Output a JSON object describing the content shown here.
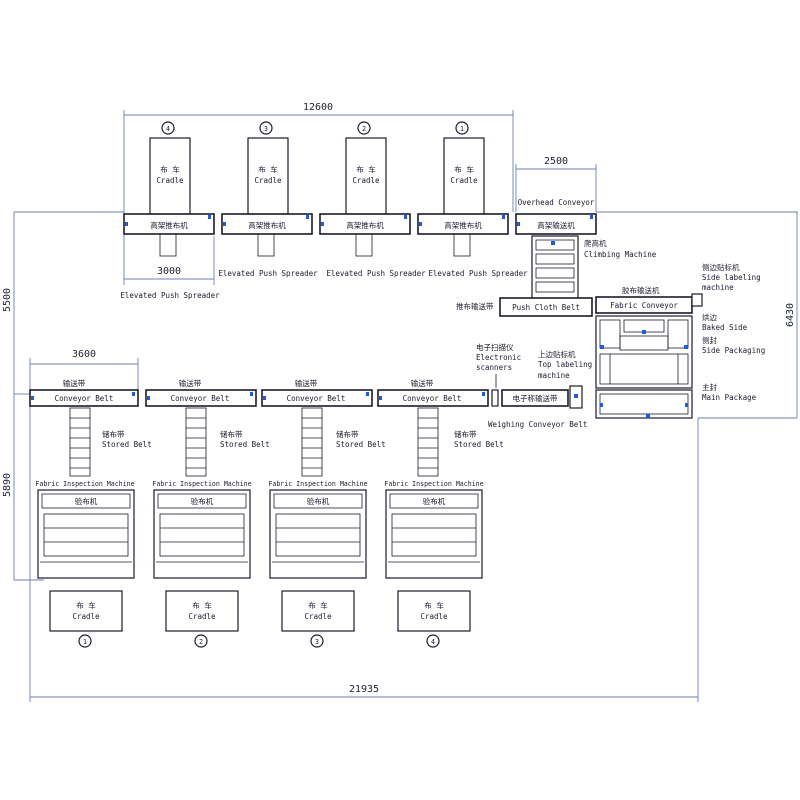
{
  "dimensions": {
    "top_width": "12600",
    "overhead_width": "2500",
    "spreader_width": "3000",
    "left_upper": "5500",
    "right_height": "6430",
    "belt_width": "3600",
    "left_lower": "5890",
    "bottom_width": "21935"
  },
  "cradles_top": [
    {
      "num": "4",
      "cn": "布 车",
      "en": "Cradle"
    },
    {
      "num": "3",
      "cn": "布 车",
      "en": "Cradle"
    },
    {
      "num": "2",
      "cn": "布 车",
      "en": "Cradle"
    },
    {
      "num": "1",
      "cn": "布 车",
      "en": "Cradle"
    }
  ],
  "spreader_cn": "高架推布机",
  "spreader_labels": [
    "Elevated Push Spreader",
    "Elevated Push Spreader",
    "Elevated Push Spreader",
    "Elevated Push Spreader"
  ],
  "overhead": {
    "en": "Overhead Conveyor",
    "cn": "高架输送机"
  },
  "climbing": {
    "cn": "爬高机",
    "en": "Climbing Machine"
  },
  "push_cloth": {
    "cn": "推布输送带",
    "en": "Push Cloth Belt"
  },
  "fabric_conveyor": {
    "cn": "胶布输送机",
    "en": "Fabric Conveyor"
  },
  "side_labeling": {
    "cn": "侧边贴标机",
    "en1": "Side labeling",
    "en2": "machine"
  },
  "baked_side": {
    "cn": "烘边",
    "en": "Baked Side"
  },
  "side_packaging": {
    "cn": "侧封",
    "en": "Side Packaging"
  },
  "main_package": {
    "cn": "主封",
    "en": "Main Package"
  },
  "electronic_scanners": {
    "cn": "电子扫描仪",
    "en1": "Electronic",
    "en2": "scanners"
  },
  "top_labeling": {
    "cn": "上边贴标机",
    "en1": "Top labeling",
    "en2": "machine"
  },
  "weighing": {
    "cn": "电子称输送带",
    "en": "Weighing Conveyor Belt"
  },
  "conveyor_belt": {
    "cn": "输送带",
    "en": "Conveyor Belt"
  },
  "stored_belt": {
    "cn": "储布带",
    "en": "Stored Belt"
  },
  "inspection": {
    "en": "Fabric Inspection Machine",
    "cn": "验布机"
  },
  "cradles_bottom": [
    {
      "num": "1",
      "cn": "布 车",
      "en": "Cradle"
    },
    {
      "num": "2",
      "cn": "布 车",
      "en": "Cradle"
    },
    {
      "num": "3",
      "cn": "布 车",
      "en": "Cradle"
    },
    {
      "num": "4",
      "cn": "布 车",
      "en": "Cradle"
    }
  ]
}
